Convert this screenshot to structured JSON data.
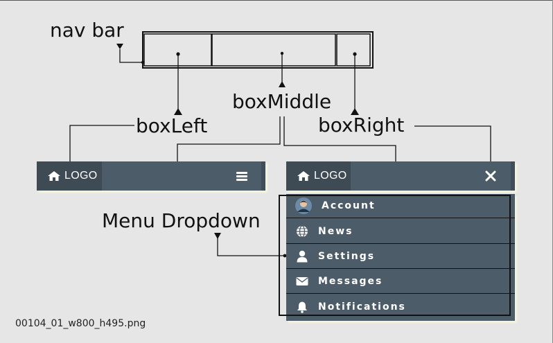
{
  "labels": {
    "nav_bar": "nav bar",
    "box_left": "boxLeft",
    "box_middle": "boxMiddle",
    "box_right": "boxRight",
    "menu_dropdown": "Menu Dropdown"
  },
  "navbar_closed": {
    "logo_text": "LOGO",
    "menu_icon": "hamburger-icon"
  },
  "navbar_open": {
    "logo_text": "LOGO",
    "close_icon": "close-icon"
  },
  "dropdown_items": [
    {
      "label": "Account",
      "icon": "avatar-icon"
    },
    {
      "label": "News",
      "icon": "globe-icon"
    },
    {
      "label": "Settings",
      "icon": "user-icon"
    },
    {
      "label": "Messages",
      "icon": "envelope-icon"
    },
    {
      "label": "Notifications",
      "icon": "bell-icon"
    }
  ],
  "caption": "00104_01_w800_h495.png",
  "colors": {
    "background": "#e6e6e6",
    "navbar": "#4c5d69",
    "logo_box": "#3e4b55",
    "shadow": "#f5f5dc",
    "text_on_nav": "#ffffff"
  }
}
